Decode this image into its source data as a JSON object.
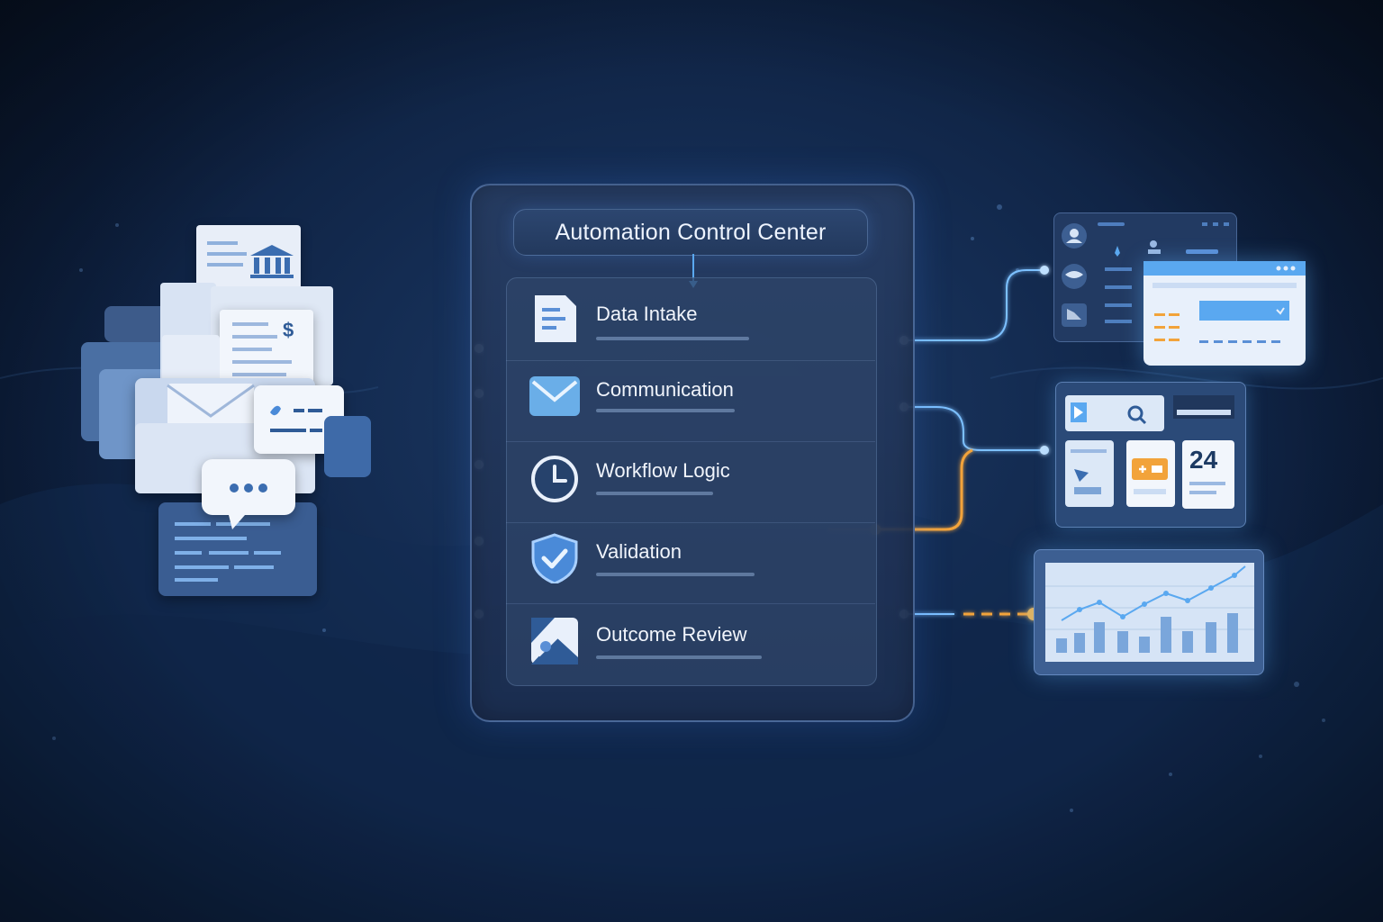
{
  "panel": {
    "title": "Automation Control Center",
    "steps": [
      {
        "label": "Data Intake",
        "icon": "document-icon"
      },
      {
        "label": "Communication",
        "icon": "envelope-icon"
      },
      {
        "label": "Workflow Logic",
        "icon": "clock-icon"
      },
      {
        "label": "Validation",
        "icon": "shield-check-icon"
      },
      {
        "label": "Outcome Review",
        "icon": "image-review-icon"
      }
    ]
  },
  "right": {
    "calendar_day": "24"
  },
  "colors": {
    "accent_blue": "#5aa8f0",
    "accent_orange": "#f2a33a",
    "panel_border": "#7aa0dc"
  }
}
